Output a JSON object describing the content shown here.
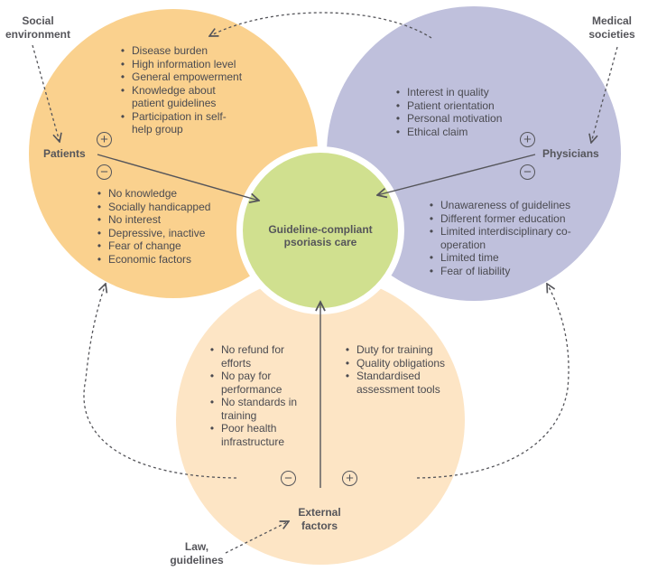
{
  "colors": {
    "patients": "#FAD18E",
    "physicians": "#BFC0DC",
    "external": "#FDE5C5",
    "center": "#D0E08F",
    "line": "#55555a"
  },
  "center": {
    "title_line1": "Guideline-compliant",
    "title_line2": "psoriasis care"
  },
  "influences": {
    "social": {
      "line1": "Social",
      "line2": "environment"
    },
    "medical": {
      "line1": "Medical",
      "line2": "societies"
    },
    "law": {
      "line1": "Law,",
      "line2": "guidelines"
    }
  },
  "patients": {
    "label": "Patients",
    "plus_symbol": "+",
    "minus_symbol": "−",
    "positive": [
      "Disease burden",
      "High information level",
      "General empowerment",
      "Knowledge about patient guidelines",
      "Participation in self-help group"
    ],
    "negative": [
      "No knowledge",
      "Socially handicapped",
      "No interest",
      "Depressive, inactive",
      "Fear of change",
      "Economic factors"
    ]
  },
  "physicians": {
    "label": "Physicians",
    "plus_symbol": "+",
    "minus_symbol": "−",
    "positive": [
      "Interest in quality",
      "Patient orientation",
      "Personal motivation",
      "Ethical claim"
    ],
    "negative": [
      "Unawareness of guidelines",
      "Different former education",
      "Limited interdisciplinary co-operation",
      "Limited time",
      "Fear of liability"
    ]
  },
  "external": {
    "label_line1": "External",
    "label_line2": "factors",
    "plus_symbol": "+",
    "minus_symbol": "−",
    "negative": [
      "No refund for efforts",
      "No pay for performance",
      "No standards in training",
      "Poor health infrastructure"
    ],
    "positive": [
      "Duty for training",
      "Quality obligations",
      "Standardised assessment tools"
    ]
  }
}
